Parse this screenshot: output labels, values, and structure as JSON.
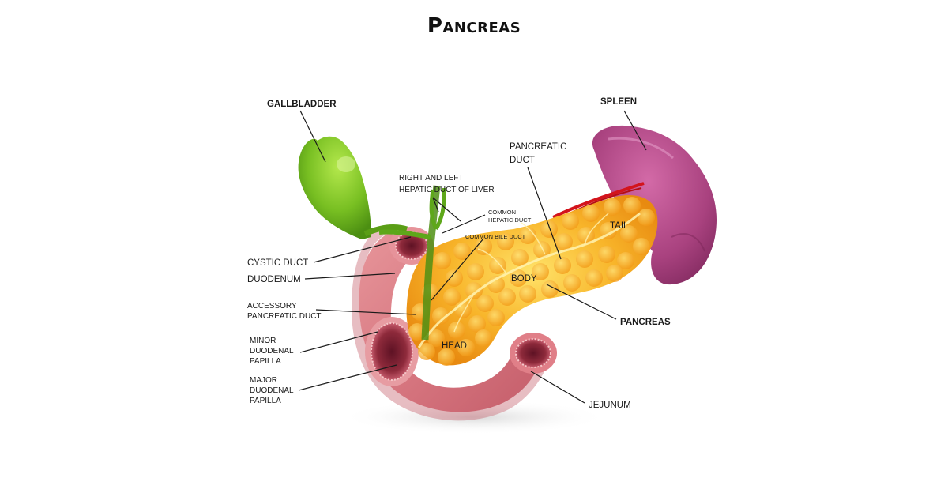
{
  "title": "Pancreas",
  "colors": {
    "pancreas": "#f4a11c",
    "pancreas_light": "#ffd54a",
    "duodenum": "#d97f86",
    "duodenum_inner": "#8e2a3b",
    "spleen": "#b04c8a",
    "gallbladder": "#74bf1f",
    "leader_lines": "#1a1a1a",
    "artery": "#d3141c"
  },
  "labels": {
    "gallbladder": "GALLBLADDER",
    "spleen": "SPLEEN",
    "pancreatic_duct_line1": "PANCREATIC",
    "pancreatic_duct_line2": "DUCT",
    "hepatic_duct_line1": "RIGHT AND LEFT",
    "hepatic_duct_line2": "HEPATIC DUCT OF LIVER",
    "common_hepatic_line1": "COMMON",
    "common_hepatic_line2": "HEPATIC DUCT",
    "common_bile_duct": "COMMON BILE DUCT",
    "tail": "TAIL",
    "body": "BODY",
    "head": "HEAD",
    "pancreas": "PANCREAS",
    "cystic_duct": "CYSTIC DUCT",
    "duodenum": "DUODENUM",
    "accessory_line1": "ACCESSORY",
    "accessory_line2": "PANCREATIC DUCT",
    "minor_line1": "MINOR",
    "minor_line2": "DUODENAL",
    "minor_line3": "PAPILLA",
    "major_line1": "MAJOR",
    "major_line2": "DUODENAL",
    "major_line3": "PAPILLA",
    "jejunum": "JEJUNUM"
  }
}
